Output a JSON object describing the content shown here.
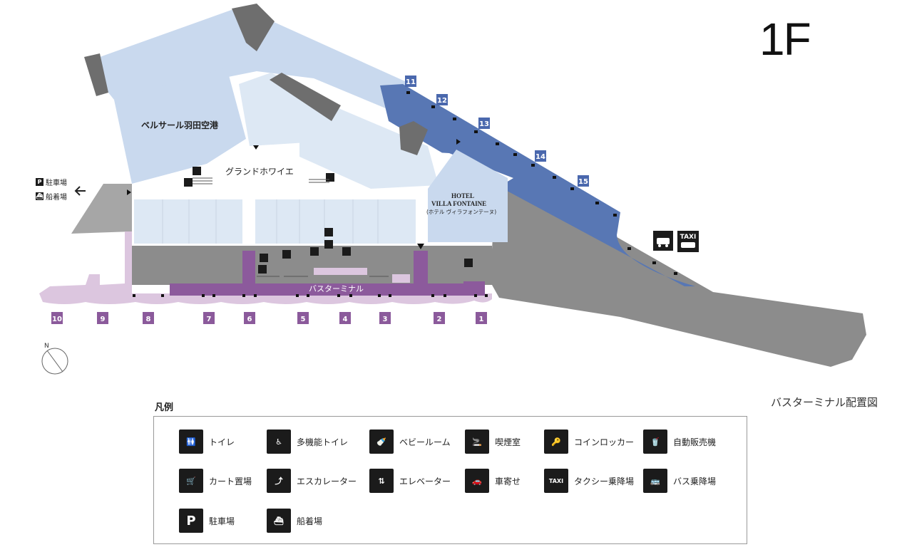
{
  "floor_label": "1F",
  "map_caption": "バスターミナル配置図",
  "labels": {
    "bellesalle": "ベルサール羽田空港",
    "grand_foyer": "グランドホワイエ",
    "hotel_line1": "HOTEL",
    "hotel_line2": "VILLA FONTAINE",
    "hotel_line3": "(ホテル ヴィラフォンテーヌ)",
    "bus_terminal": "バスターミナル",
    "parking": "駐車場",
    "boat_dock": "船着場",
    "north": "N",
    "taxi": "TAXI"
  },
  "bus_stops": [
    "10",
    "9",
    "8",
    "7",
    "6",
    "5",
    "4",
    "3",
    "2",
    "1"
  ],
  "gates": [
    "11",
    "12",
    "13",
    "14",
    "15"
  ],
  "legend": {
    "title": "凡例",
    "items": [
      {
        "icon": "toilet-icon",
        "label": "トイレ"
      },
      {
        "icon": "accessible-toilet-icon",
        "label": "多機能トイレ"
      },
      {
        "icon": "baby-room-icon",
        "label": "ベビールーム"
      },
      {
        "icon": "smoking-room-icon",
        "label": "喫煙室"
      },
      {
        "icon": "coin-locker-icon",
        "label": "コインロッカー"
      },
      {
        "icon": "vending-machine-icon",
        "label": "自動販売機"
      },
      {
        "icon": "cart-storage-icon",
        "label": "カート置場"
      },
      {
        "icon": "escalator-icon",
        "label": "エスカレーター"
      },
      {
        "icon": "elevator-icon",
        "label": "エレベーター"
      },
      {
        "icon": "car-pickup-icon",
        "label": "車寄せ"
      },
      {
        "icon": "taxi-stand-icon",
        "label": "タクシー乗降場"
      },
      {
        "icon": "bus-stop-icon",
        "label": "バス乗降場"
      },
      {
        "icon": "parking-icon",
        "label": "駐車場"
      },
      {
        "icon": "boat-dock-icon",
        "label": "船着場"
      }
    ]
  },
  "colors": {
    "building_light": "#dde8f4",
    "building_mid": "#c9d9ee",
    "wall_gray": "#8c8c8c",
    "dark_gray": "#6e6e6e",
    "gate_blue": "#5877b4",
    "gate_label_blue": "#4a68ad",
    "bus_purple": "#8c5a9c",
    "bus_stop_purple": "#8b5a9b",
    "bus_lane_light": "#dcc6df"
  }
}
